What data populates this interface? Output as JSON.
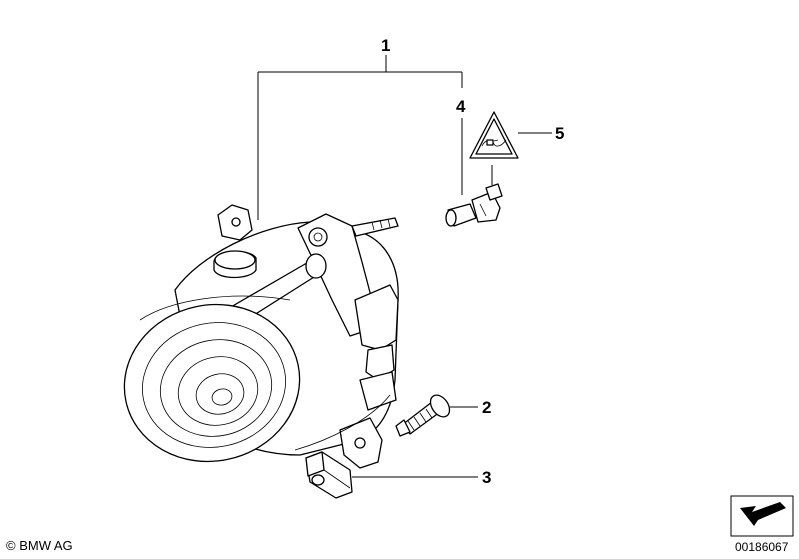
{
  "callouts": {
    "c1": "1",
    "c2": "2",
    "c3": "3",
    "c4": "4",
    "c5": "5"
  },
  "footer": {
    "copyright": "© BMW AG",
    "reference": "00186067"
  },
  "icons": {
    "warning_symbol": "triangle-plug-warning-icon",
    "view_arrow": "view-direction-arrow-icon"
  }
}
